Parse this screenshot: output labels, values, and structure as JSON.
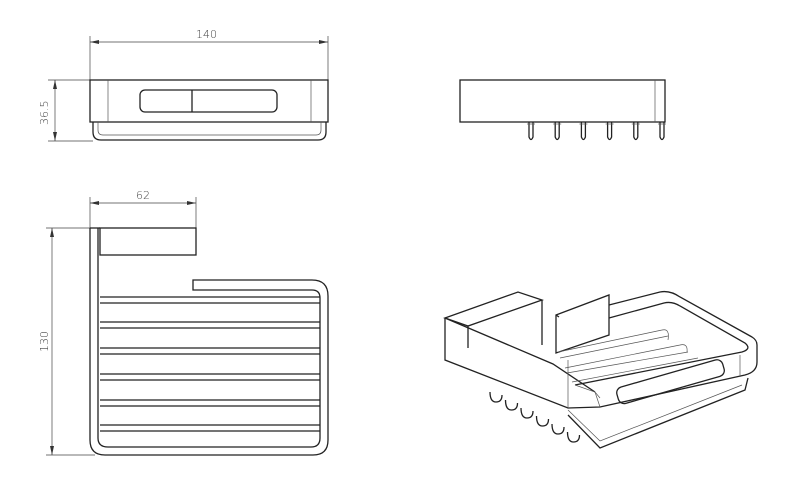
{
  "drawing": {
    "front_view": {
      "width_dimension": "140",
      "height_dimension": "36.5"
    },
    "top_view": {
      "depth_dimension": "62",
      "length_dimension": "130"
    },
    "side_view": {
      "pin_count": 6
    },
    "iso_view": {}
  },
  "colors": {
    "line": "#222222",
    "background": "#ffffff"
  }
}
